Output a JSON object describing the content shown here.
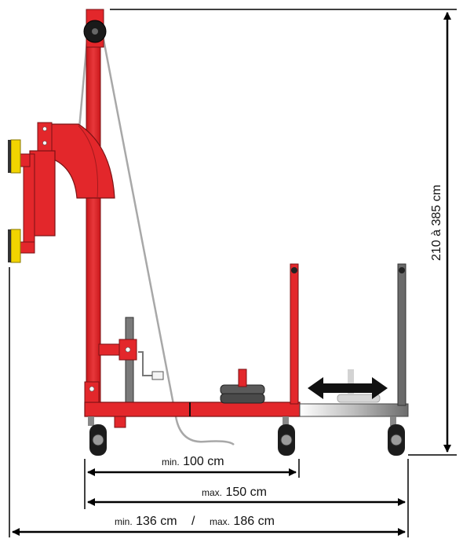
{
  "dimensions": {
    "height": "210 à 385 cm",
    "base_min": {
      "prefix": "min.",
      "value": "100 cm"
    },
    "base_max": {
      "prefix": "max.",
      "value": "150 cm"
    },
    "total": {
      "min_prefix": "min.",
      "min_value": "136 cm",
      "separator": "/",
      "max_prefix": "max.",
      "max_value": "186 cm"
    }
  },
  "colors": {
    "frame": "#e3272b",
    "frame_dark": "#a31a1d",
    "frame_outline": "#7a1214",
    "extension": "#5f5f5f",
    "suction_pad": "#f2d400",
    "cable": "#a8a8a8",
    "weight": "#4a4a4a",
    "dimension_line": "#000000"
  }
}
